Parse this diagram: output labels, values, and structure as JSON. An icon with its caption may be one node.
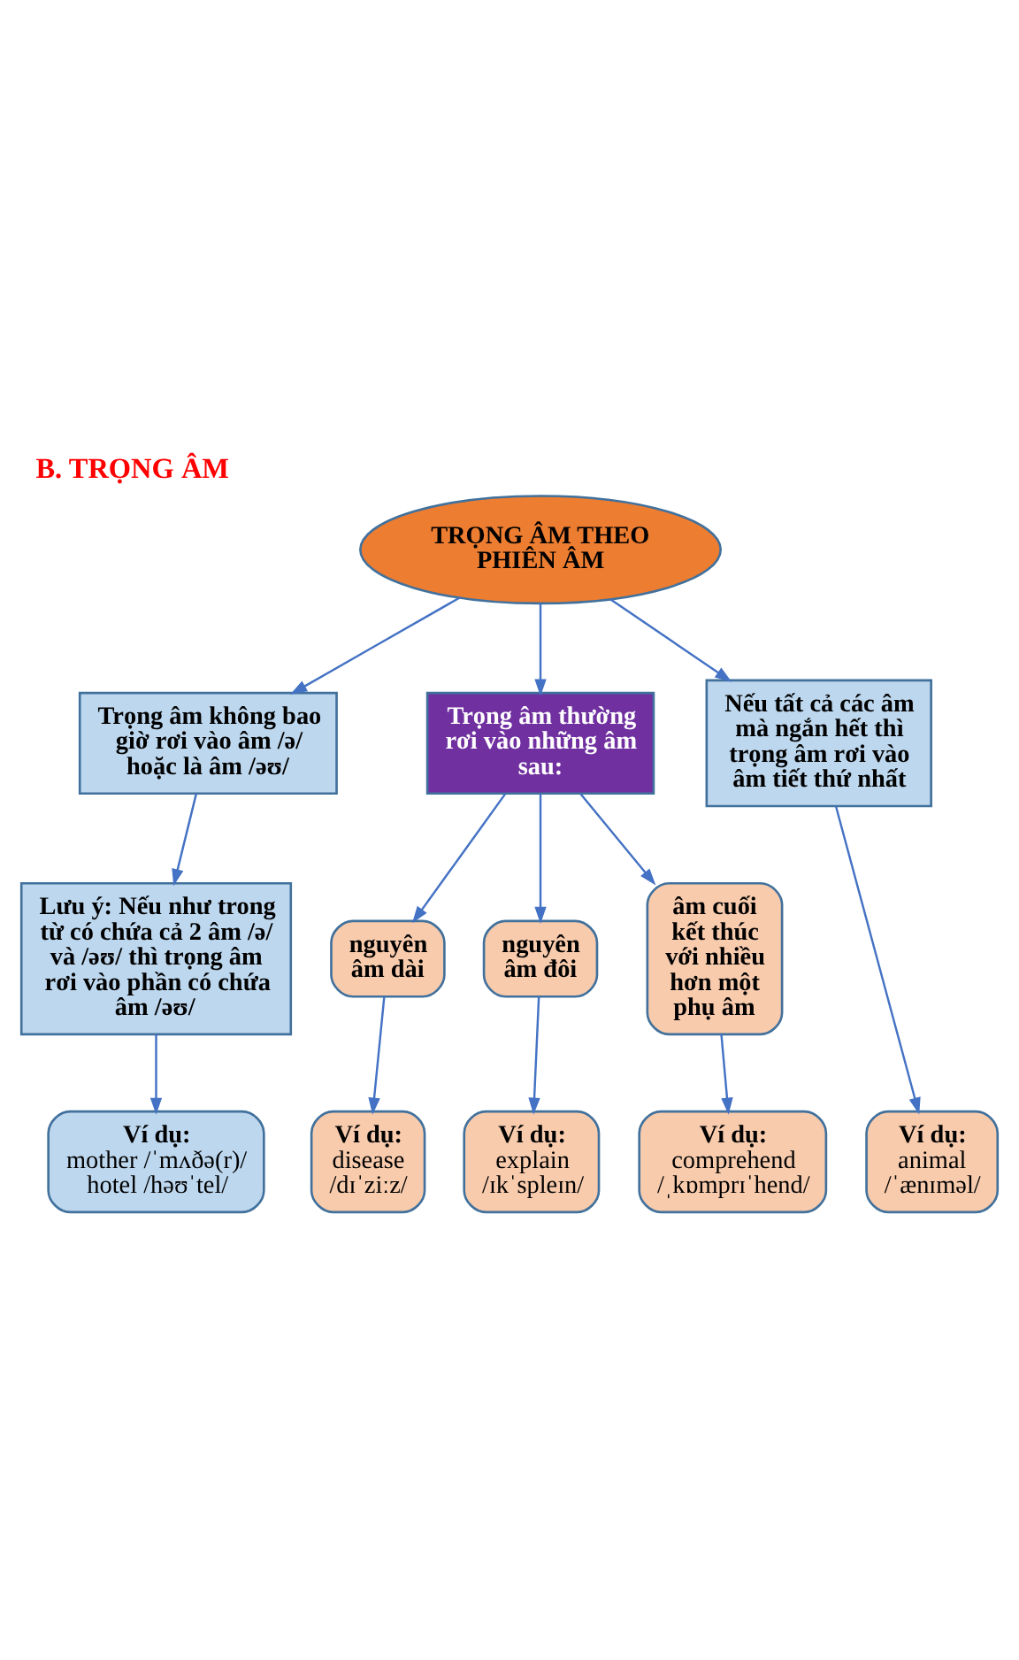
{
  "diagram": {
    "title": "B. TRỌNG ÂM",
    "nodes": [
      {
        "text": [
          "TRỌNG ÂM THEO PHIÊN ÂM"
        ]
      },
      {
        "text": [
          "Trọng âm không bao giờ rơi vào âm /ə/ hoặc là âm /əʊ/"
        ]
      },
      {
        "text": [
          "Trọng âm thường rơi vào những âm sau:"
        ]
      },
      {
        "text": [
          "Nếu tất cả các âm mà ngắn hết thì trọng âm rơi vào âm tiết thứ nhất"
        ]
      },
      {
        "text": [
          "Lưu ý: Nếu như trong từ có chứa cả 2 âm /ə/ và /əʊ/ thì trọng âm rơi vào phần có chứa âm /əʊ/"
        ]
      },
      {
        "text": [
          "nguyên âm dài"
        ]
      },
      {
        "text": [
          "nguyên âm đôi"
        ]
      },
      {
        "text": [
          "âm cuối kết thúc với nhiều hơn một phụ âm"
        ]
      },
      {
        "text": [
          "Ví dụ:",
          "mother /ˈmʌðə(r)/ hotel /həʊˈtel/"
        ]
      },
      {
        "text": [
          "Ví dụ:",
          "disease /dɪˈziːz/"
        ]
      },
      {
        "text": [
          "Ví dụ:",
          "explain /ɪkˈspleɪn/"
        ]
      },
      {
        "text": [
          "Ví dụ:",
          "comprehend /ˌkɒmprɪˈhend/"
        ]
      },
      {
        "text": [
          "Ví dụ:",
          "animal /ˈænɪməl/"
        ]
      }
    ],
    "edges": [
      {
        "from": 0,
        "to": 1,
        "arrow": "to"
      },
      {
        "from": 0,
        "to": 2,
        "arrow": "to"
      },
      {
        "from": 0,
        "to": 3,
        "arrow": "to"
      },
      {
        "from": 1,
        "to": 4,
        "arrow": "to"
      },
      {
        "from": 2,
        "to": 5,
        "arrow": "to"
      },
      {
        "from": 2,
        "to": 6,
        "arrow": "to"
      },
      {
        "from": 2,
        "to": 7,
        "arrow": "to"
      },
      {
        "from": 4,
        "to": 8,
        "arrow": "to"
      },
      {
        "from": 5,
        "to": 9,
        "arrow": "to"
      },
      {
        "from": 6,
        "to": 10,
        "arrow": "to"
      },
      {
        "from": 7,
        "to": 11,
        "arrow": "to"
      },
      {
        "from": 3,
        "to": 12,
        "arrow": "to"
      }
    ]
  }
}
